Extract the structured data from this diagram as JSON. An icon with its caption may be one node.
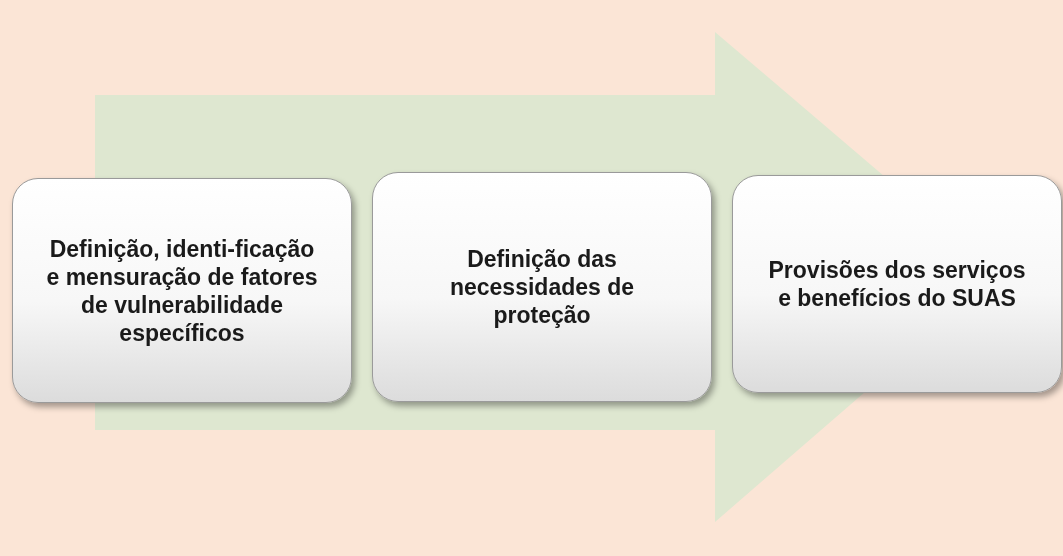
{
  "diagram": {
    "nodes": [
      {
        "text": [
          "Definição, identi-ficação e mensuração de fatores de vulnerabilidade específicos"
        ]
      },
      {
        "text": [
          "Definição das necessidades de proteção"
        ]
      },
      {
        "text": [
          "Provisões dos serviços e benefícios do SUAS"
        ]
      }
    ],
    "edges": [
      {
        "from": 0,
        "to": 2,
        "arrow": "to"
      }
    ]
  }
}
